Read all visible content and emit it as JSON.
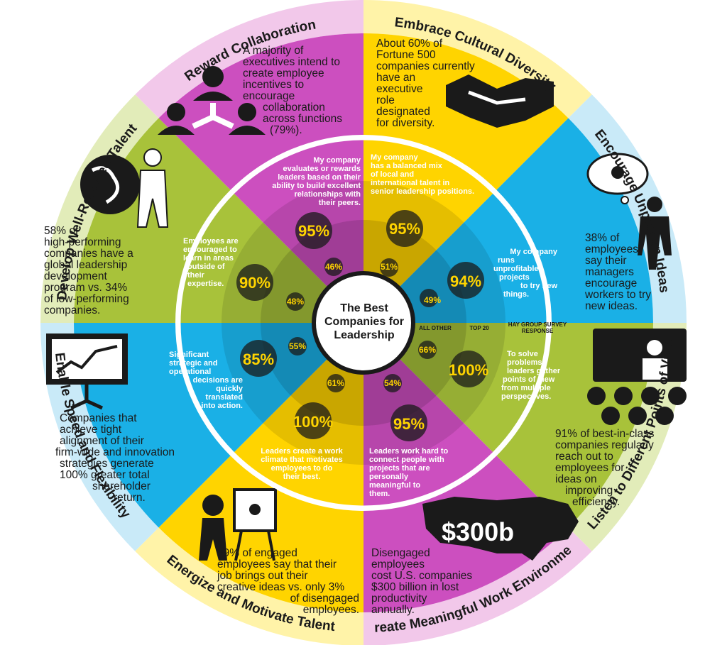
{
  "center_title": [
    "The Best",
    "Companies for",
    "Leadership"
  ],
  "column_labels": {
    "all_other": "ALL OTHER",
    "top_20": "TOP 20",
    "hay": [
      "HAY GROUP SURVEY",
      "RESPONSE"
    ]
  },
  "ring_titles": [
    "Reward Collaboration",
    "Embrace Cultural Diversity",
    "Encourage Unproven Ideas",
    "Listen to Different Points of View",
    "Create Meaningful Work Environment",
    "Energize and Motivate Talent",
    "Enable Speed and Flexibility",
    "Develop Well-Rounded Talent"
  ],
  "outer_texts": {
    "reward": [
      "A majority of",
      "executives intend to",
      "create employee",
      "incentives to",
      "encourage",
      "collaboration",
      "across functions",
      "(79%)."
    ],
    "diversity": [
      "About 60% of",
      "Fortune 500",
      "companies currently",
      "have an",
      "executive",
      "role",
      "designated",
      "for diversity."
    ],
    "unproven": [
      "38% of",
      "employees",
      "say their",
      "managers",
      "encourage",
      "workers to try",
      "new ideas."
    ],
    "listen": [
      "91% of best-in-class",
      "companies regularly",
      "reach out to",
      "employees for",
      "ideas on",
      "improving",
      "efficiency."
    ],
    "meaningful": [
      "Disengaged",
      "employees",
      "cost U.S. companies",
      "$300 billion in lost",
      "productivity",
      "annually."
    ],
    "energize": [
      "59% of engaged",
      "employees say that their",
      "job brings out their",
      "creative ideas vs. only 3%",
      "of disengaged",
      "employees."
    ],
    "speed": [
      "Companies that",
      "achieve tight",
      "alignment of their",
      "firm-wide and innovation",
      "strategies generate",
      "100% greater total",
      "shareholder",
      "return."
    ],
    "develop": [
      "58% of",
      "high-performing",
      "companies have a",
      "global leadership",
      "development",
      "program vs. 34%",
      "of low-performing",
      "companies."
    ]
  },
  "money_label": "$300b",
  "inner_texts": {
    "reward": [
      "My company",
      "evaluates or rewards",
      "leaders based on their",
      "ability to build excellent",
      "relationships with",
      "their peers."
    ],
    "diversity": [
      "My company",
      "has a balanced mix",
      "of local and",
      "international talent in",
      "senior leadership positions."
    ],
    "unproven": [
      "My company",
      "runs",
      "unprofitable",
      "projects",
      "to try new",
      "things."
    ],
    "listen": [
      "To solve",
      "problems,",
      "leaders gather",
      "points of view",
      "from multiple",
      "perspectives."
    ],
    "meaningful": [
      "Leaders work hard to",
      "connect people with",
      "projects that are",
      "personally",
      "meaningful to",
      "them."
    ],
    "energize": [
      "Leaders create a work",
      "climate that motivates",
      "employees to do",
      "their best."
    ],
    "speed": [
      "Significant",
      "strategic and",
      "operational",
      "decisions are",
      "quickly",
      "translated",
      "into action."
    ],
    "develop": [
      "Employees are",
      "encouraged to",
      "learn in areas",
      "outside of",
      "their",
      "expertise."
    ]
  },
  "stats": {
    "reward": {
      "top20": "95%",
      "other": "46%"
    },
    "diversity": {
      "top20": "95%",
      "other": "51%"
    },
    "unproven": {
      "top20": "94%",
      "other": "49%"
    },
    "listen": {
      "top20": "100%",
      "other": "66%"
    },
    "meaningful": {
      "top20": "95%",
      "other": "54%"
    },
    "energize": {
      "top20": "100%",
      "other": "61%"
    },
    "speed": {
      "top20": "85%",
      "other": "55%"
    },
    "develop": {
      "top20": "90%",
      "other": "48%"
    }
  },
  "colors": {
    "magenta": "#cc4fbf",
    "yellow": "#ffd400",
    "cyan": "#1ab0e6",
    "green": "#a8c23a",
    "ring_pink": "#f2c8ea",
    "ring_yellow": "#fff3a8",
    "ring_blue": "#c9eaf8",
    "ring_green": "#e2ecb9"
  }
}
